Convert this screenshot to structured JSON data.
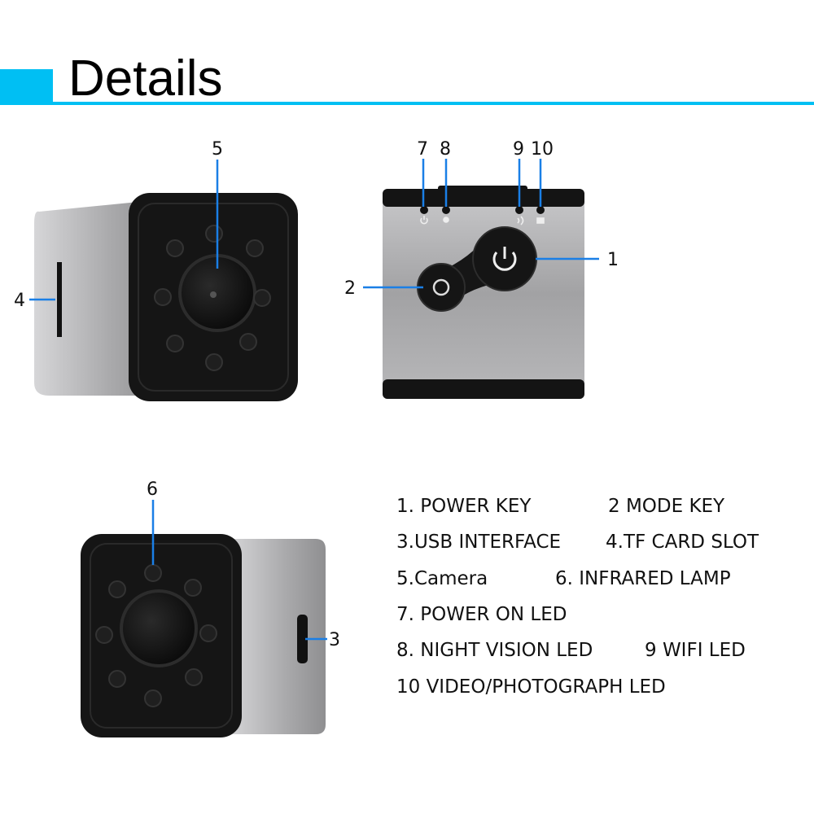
{
  "header": {
    "title": "Details"
  },
  "callouts": {
    "n1": "1",
    "n2": "2",
    "n3": "3",
    "n4": "4",
    "n5": "5",
    "n6": "6",
    "n7": "7",
    "n8": "8",
    "n9": "9",
    "n10": "10"
  },
  "legend": {
    "items": [
      "1. POWER KEY",
      "2 MODE KEY",
      "3.USB INTERFACE",
      "4.TF CARD SLOT",
      "5.Camera",
      "6. INFRARED LAMP",
      "7. POWER ON LED",
      "8. NIGHT VISION LED",
      "9 WIFI LED",
      "10 VIDEO/PHOTOGRAPH LED"
    ]
  },
  "colors": {
    "accent": "#00bff3",
    "callout_line": "#1a7fe6",
    "body_silver": "#a9a9ab",
    "front_black": "#141414"
  }
}
